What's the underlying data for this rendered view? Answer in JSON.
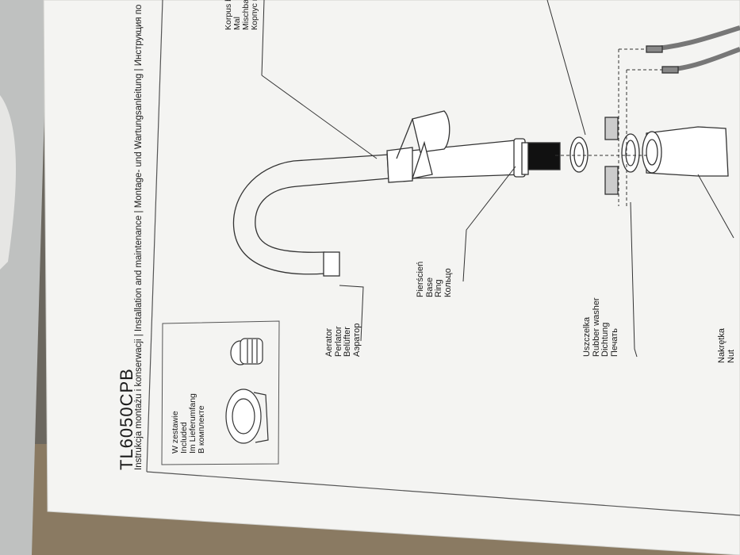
{
  "document": {
    "model": "TL6050CPB",
    "subtitle": "Instrukcja montażu i konserwacji | Installation and maintenance | Montage- und Wartungsanleitung | Инструкция по",
    "included": [
      "W zestawie",
      "Included",
      "Im Lieferumfang",
      "В комплекте"
    ],
    "aerator": [
      "Aerator",
      "Perlator",
      "Belüfter",
      "Аэратор"
    ],
    "base": [
      "Pierścień",
      "Base",
      "Ring",
      "Кольцо"
    ],
    "washer": [
      "Uszczelka",
      "Rubber washer",
      "Dichtung",
      "Печать"
    ],
    "nut": [
      "Nakrętka",
      "Nut"
    ],
    "body": [
      "Korpus b",
      "Mal",
      "Mischbatterieg",
      "Корпус крана-сме"
    ]
  }
}
